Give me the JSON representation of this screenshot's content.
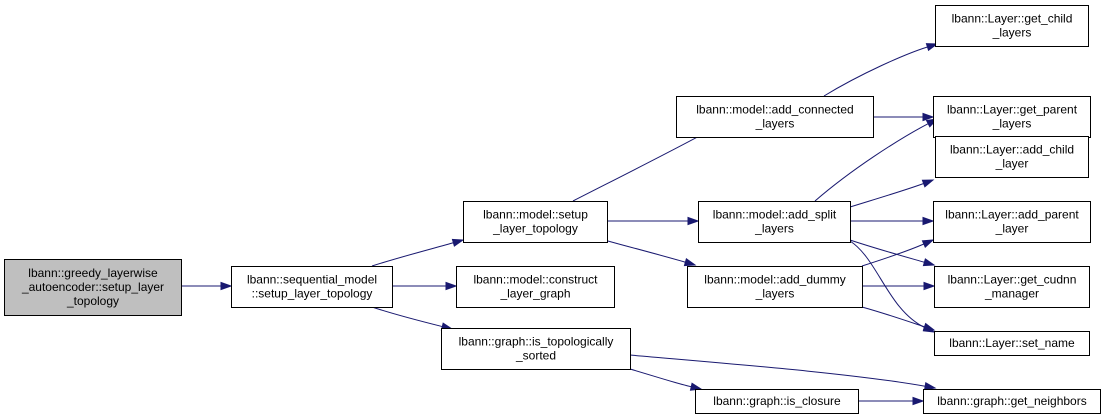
{
  "colors": {
    "edge": "#191970",
    "root_fill": "#bfbfbf",
    "node_fill": "#ffffff",
    "node_stroke": "#000000"
  },
  "nodes": [
    {
      "id": "root",
      "lines": [
        "lbann::greedy_layerwise",
        "_autoencoder::setup_layer",
        "_topology"
      ]
    },
    {
      "id": "seq",
      "lines": [
        "lbann::sequential_model",
        "::setup_layer_topology"
      ]
    },
    {
      "id": "msetup",
      "lines": [
        "lbann::model::setup",
        "_layer_topology"
      ]
    },
    {
      "id": "construct",
      "lines": [
        "lbann::model::construct",
        "_layer_graph"
      ]
    },
    {
      "id": "topo",
      "lines": [
        "lbann::graph::is_topologically",
        "_sorted"
      ]
    },
    {
      "id": "addconn",
      "lines": [
        "lbann::model::add_connected",
        "_layers"
      ]
    },
    {
      "id": "addsplit",
      "lines": [
        "lbann::model::add_split",
        "_layers"
      ]
    },
    {
      "id": "adddummy",
      "lines": [
        "lbann::model::add_dummy",
        "_layers"
      ]
    },
    {
      "id": "closure",
      "lines": [
        "lbann::graph::is_closure"
      ]
    },
    {
      "id": "getchild",
      "lines": [
        "lbann::Layer::get_child",
        "_layers"
      ]
    },
    {
      "id": "getparent",
      "lines": [
        "lbann::Layer::get_parent",
        "_layers"
      ]
    },
    {
      "id": "addchild",
      "lines": [
        "lbann::Layer::add_child",
        "_layer"
      ]
    },
    {
      "id": "addparent",
      "lines": [
        "lbann::Layer::add_parent",
        "_layer"
      ]
    },
    {
      "id": "cudnn",
      "lines": [
        "lbann::Layer::get_cudnn",
        "_manager"
      ]
    },
    {
      "id": "setname",
      "lines": [
        "lbann::Layer::set_name"
      ]
    },
    {
      "id": "neighbors",
      "lines": [
        "lbann::graph::get_neighbors"
      ]
    }
  ],
  "edges": [
    {
      "from": "root",
      "to": "seq"
    },
    {
      "from": "seq",
      "to": "msetup"
    },
    {
      "from": "seq",
      "to": "construct"
    },
    {
      "from": "seq",
      "to": "topo"
    },
    {
      "from": "msetup",
      "to": "addconn"
    },
    {
      "from": "msetup",
      "to": "addsplit"
    },
    {
      "from": "msetup",
      "to": "adddummy"
    },
    {
      "from": "addconn",
      "to": "getchild"
    },
    {
      "from": "addconn",
      "to": "getparent"
    },
    {
      "from": "addsplit",
      "to": "getparent"
    },
    {
      "from": "addsplit",
      "to": "addchild"
    },
    {
      "from": "addsplit",
      "to": "addparent"
    },
    {
      "from": "addsplit",
      "to": "cudnn"
    },
    {
      "from": "addsplit",
      "to": "setname"
    },
    {
      "from": "adddummy",
      "to": "addparent"
    },
    {
      "from": "adddummy",
      "to": "cudnn"
    },
    {
      "from": "adddummy",
      "to": "setname"
    },
    {
      "from": "topo",
      "to": "closure"
    },
    {
      "from": "topo",
      "to": "neighbors"
    },
    {
      "from": "closure",
      "to": "neighbors"
    }
  ]
}
